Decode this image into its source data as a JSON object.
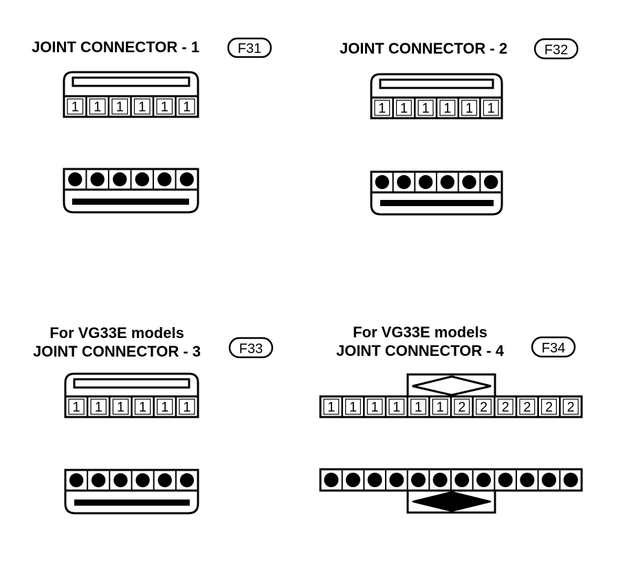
{
  "connectors": [
    {
      "id": "c1",
      "title": "JOINT CONNECTOR - 1",
      "badge": "F31",
      "pins": [
        "1",
        "1",
        "1",
        "1",
        "1",
        "1"
      ]
    },
    {
      "id": "c2",
      "title": "JOINT CONNECTOR - 2",
      "badge": "F32",
      "pins": [
        "1",
        "1",
        "1",
        "1",
        "1",
        "1"
      ]
    },
    {
      "id": "c3",
      "note": "For VG33E models",
      "title": "JOINT CONNECTOR - 3",
      "badge": "F33",
      "pins": [
        "1",
        "1",
        "1",
        "1",
        "1",
        "1"
      ]
    },
    {
      "id": "c4",
      "note": "For VG33E models",
      "title": "JOINT CONNECTOR - 4",
      "badge": "F34",
      "pins": [
        "1",
        "1",
        "1",
        "1",
        "1",
        "1",
        "2",
        "2",
        "2",
        "2",
        "2",
        "2"
      ]
    }
  ],
  "colors": {
    "ink": "#000000",
    "paper": "#ffffff"
  }
}
